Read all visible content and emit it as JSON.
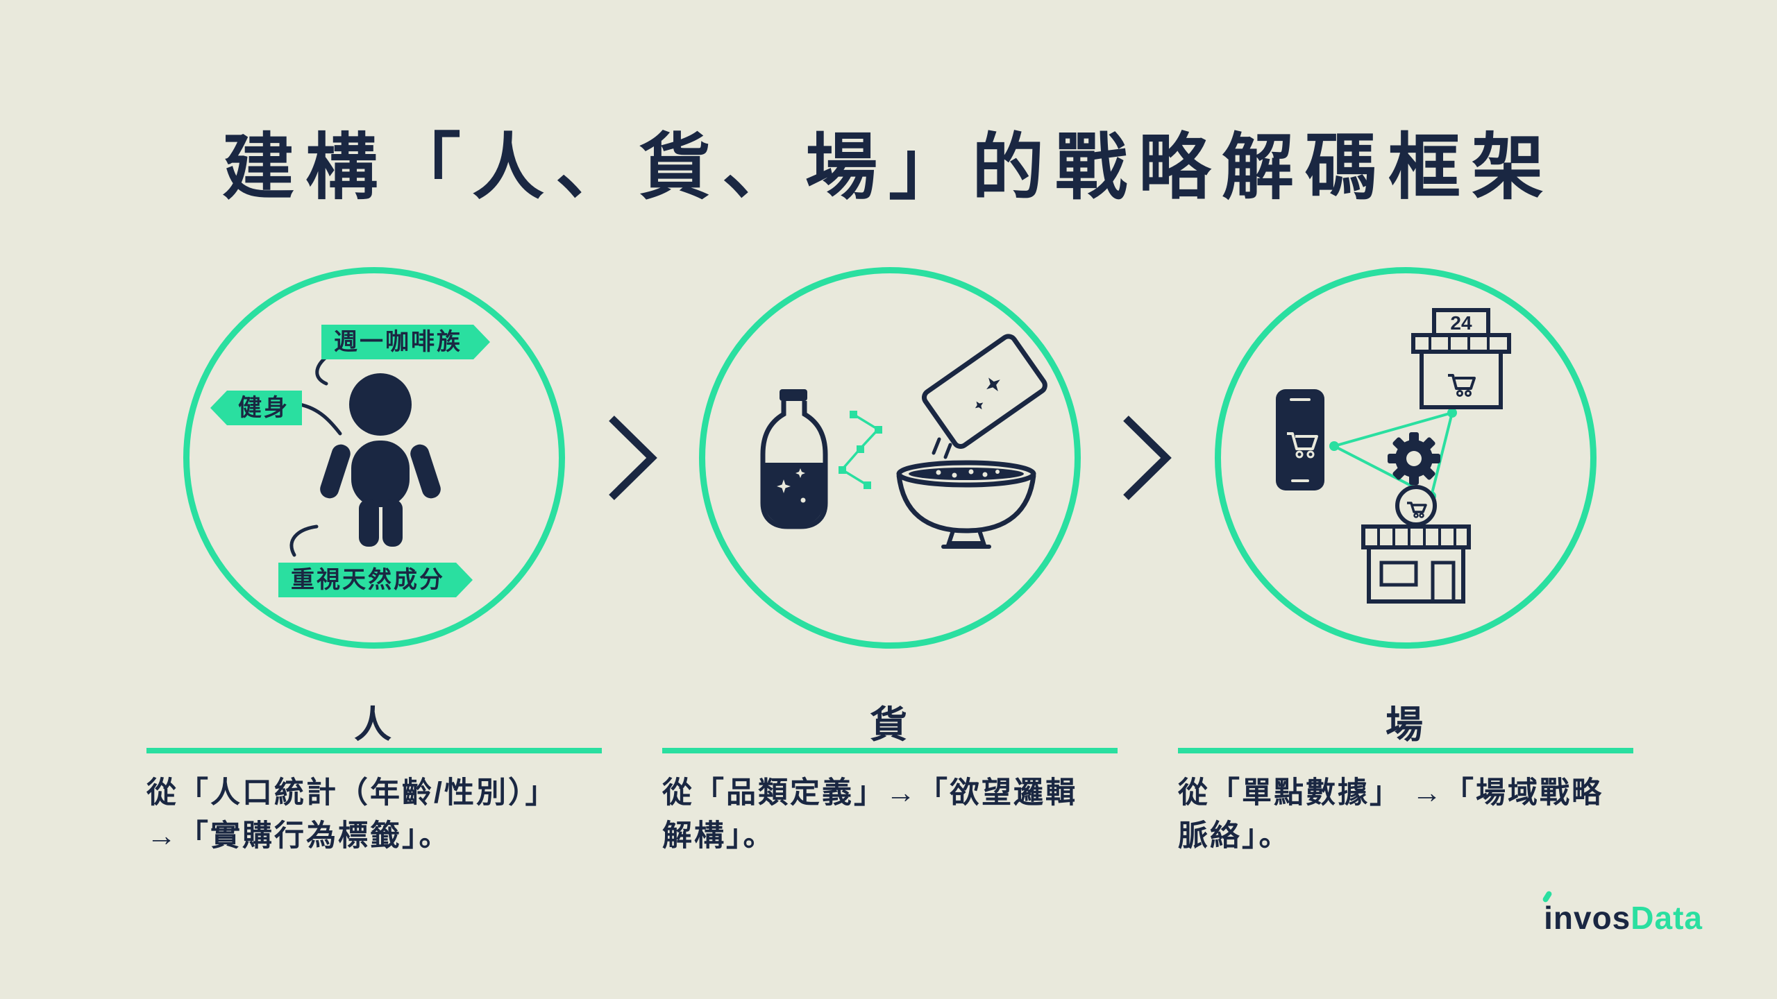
{
  "title": "建構「人、貨、場」的戰略解碼框架",
  "icons": {
    "chevron": ">",
    "people_circle": "person-pictogram",
    "product_circle": [
      "bottle-icon",
      "constellation-icon",
      "sachet-icon",
      "bowl-icon"
    ],
    "place_circle": [
      "phone-cart-icon",
      "store-24-icon",
      "gear-icon",
      "storefront-icon",
      "triangle-link"
    ]
  },
  "columns": [
    {
      "label": "人",
      "description": "從「人口統計（年齡/性別）」\n→「實購行為標籤」。",
      "tags": {
        "top": "週一咖啡族",
        "left": "健身",
        "bottom": "重視天然成分"
      }
    },
    {
      "label": "貨",
      "description": "從「品類定義」→「欲望邏輯\n解構」。"
    },
    {
      "label": "場",
      "description": "從「單點數據」 →「場域戰略\n脈絡」。"
    }
  ],
  "store_sign": "24",
  "logo": {
    "prefix": "invos",
    "suffix": "Data"
  },
  "colors": {
    "background": "#e9e9dc",
    "ink": "#1a2742",
    "accent": "#2adfa0"
  }
}
